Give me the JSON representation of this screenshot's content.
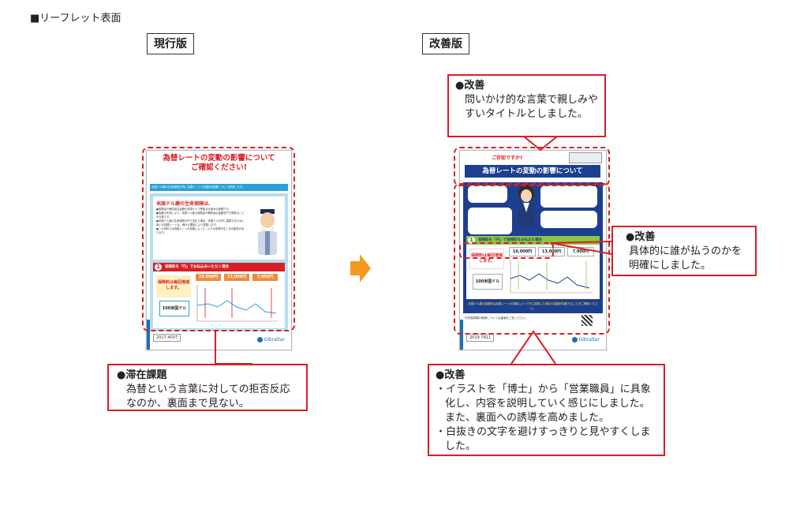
{
  "header": {
    "section_title": "■リーフレット表面"
  },
  "versions": {
    "current_label": "現行版",
    "improved_label": "改善版"
  },
  "current_leaflet": {
    "title_line1": "為替レートの変動の影響について",
    "title_line2": "ご確認ください!",
    "subtitle": "米国ドル建の生命保険を例に為替レートの変動の影響について説明します。",
    "section_heading": "米国ドル建の生命保険は、",
    "bullets": [
      "●保険金や解約返戻金額を米国ドルで受取る仕組みの保険です。",
      "●為替の状況により、米国ドル建の保険金や解約返戻金額を円で受取ることが可能です。",
      "●米国ドル建の生命保険を円で支払う場合、米国ドルを円に換算するために用いる為替レートは、様々な要因により変動します。",
      "●この資料では為替レートの変動によって、以下の影響が生じる可能性があります。"
    ],
    "case_number": "1",
    "case_heading": "保険料を「円」でお払込みいただく場合",
    "case_left": "保険料は毎回増減します。",
    "case_left_sub": "100米国ドル",
    "values": [
      "10,000円",
      "13,000円",
      "7,000円"
    ],
    "code": "2017-4037",
    "brand": "Gibraltar"
  },
  "improved_leaflet": {
    "question_label": "ご存知ですか?",
    "title": "為替レートの変動の影響について",
    "case_number": "1",
    "case_heading": "保険料を「円」で保険料をお払込む場合",
    "case_left_big": "保険料は毎回増減します。",
    "case_left_sub": "100米国ドル",
    "values": [
      "10,000円",
      "13,000円",
      "7,000円"
    ],
    "bottom_banner": "米国ドル建の保険料は為替レートの変動によって円に換算した場合の金額が変動することをご確認ください。",
    "footer_note": "円貨換算額の推移については裏面をご覧ください。",
    "code": "2019-7811",
    "brand": "Gibraltar"
  },
  "notes": {
    "current_issue": {
      "title": "●滞在課題",
      "body": "為替という言葉に対しての拒否反応なのか、裏面まで見ない。"
    },
    "improve_top": {
      "title": "●改善",
      "body": "問いかけ的な言葉で親しみやすいタイトルとしました。"
    },
    "improve_right": {
      "title": "●改善",
      "body": "具体的に誰が払うのかを明確にしました。"
    },
    "improve_bottom": {
      "title": "●改善",
      "lines": [
        "・イラストを「博士」から「営業職員」に具象化し、内容を説明していく感じにしました。また、裏面への誘導を高めました。",
        "・白抜きの文字を避けすっきりと見やすくしました。"
      ]
    }
  }
}
